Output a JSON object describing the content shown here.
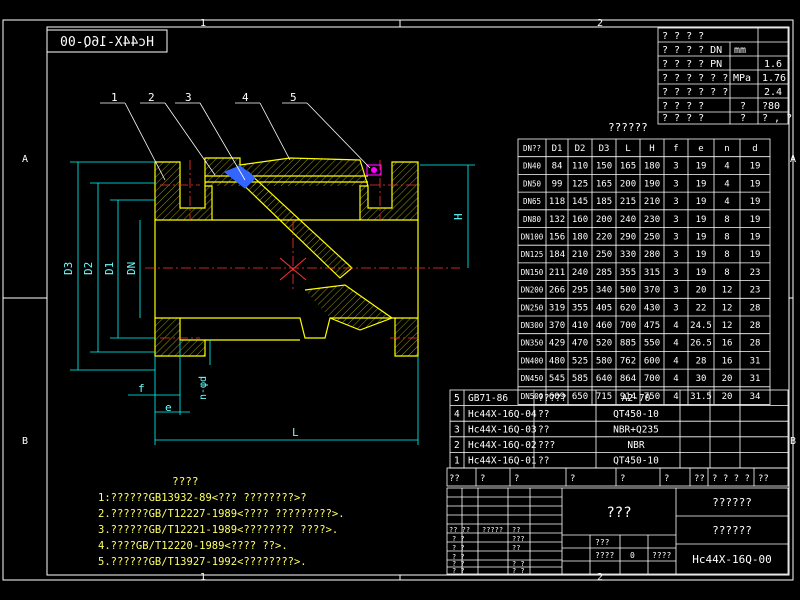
{
  "colors": {
    "background": "#000000",
    "border": "#ffffff",
    "part": "#ffff00",
    "dim": "#00ffff",
    "center": "#ff3333",
    "text": "#ffffff",
    "note": "#ffff66",
    "gasket": "#ff00ff",
    "disc": "#3366ff"
  },
  "title_box": {
    "code": "Hc44X-16Q-00"
  },
  "zones": {
    "col1": "1",
    "col2": "2",
    "rowA": "A",
    "rowB": "B"
  },
  "balloons": [
    "1",
    "2",
    "3",
    "4",
    "5"
  ],
  "dims": {
    "d3": "D3",
    "d2": "D2",
    "d1": "D1",
    "dn": "DN",
    "h": "H",
    "f": "f",
    "e": "e",
    "nd": "n-φd",
    "l": "L"
  },
  "spec": {
    "rows": [
      [
        "? ? ? ?",
        "",
        ""
      ],
      [
        "? ? ? ? DN",
        "mm",
        ""
      ],
      [
        "? ? ? ? PN",
        "",
        "1.6"
      ],
      [
        "? ? ? ? ? ?",
        "MPa",
        "1.76"
      ],
      [
        "? ? ? ? ? ?",
        "",
        "2.4"
      ],
      [
        "? ? ? ?",
        "?",
        "?80"
      ],
      [
        "? ? ? ?",
        "?",
        "? , ?"
      ]
    ]
  },
  "dim_table_title": "??????",
  "dim_table": {
    "headers": [
      "DN??",
      "D1",
      "D2",
      "D3",
      "L",
      "H",
      "f",
      "e",
      "n",
      "d"
    ],
    "rows": [
      [
        "DN40",
        "84",
        "110",
        "150",
        "165",
        "180",
        "3",
        "19",
        "4",
        "19"
      ],
      [
        "DN50",
        "99",
        "125",
        "165",
        "200",
        "190",
        "3",
        "19",
        "4",
        "19"
      ],
      [
        "DN65",
        "118",
        "145",
        "185",
        "215",
        "210",
        "3",
        "19",
        "4",
        "19"
      ],
      [
        "DN80",
        "132",
        "160",
        "200",
        "240",
        "230",
        "3",
        "19",
        "8",
        "19"
      ],
      [
        "DN100",
        "156",
        "180",
        "220",
        "290",
        "250",
        "3",
        "19",
        "8",
        "19"
      ],
      [
        "DN125",
        "184",
        "210",
        "250",
        "330",
        "280",
        "3",
        "19",
        "8",
        "19"
      ],
      [
        "DN150",
        "211",
        "240",
        "285",
        "355",
        "315",
        "3",
        "19",
        "8",
        "23"
      ],
      [
        "DN200",
        "266",
        "295",
        "340",
        "500",
        "370",
        "3",
        "20",
        "12",
        "23"
      ],
      [
        "DN250",
        "319",
        "355",
        "405",
        "620",
        "430",
        "3",
        "22",
        "12",
        "28"
      ],
      [
        "DN300",
        "370",
        "410",
        "460",
        "700",
        "475",
        "4",
        "24.5",
        "12",
        "28"
      ],
      [
        "DN350",
        "429",
        "470",
        "520",
        "885",
        "550",
        "4",
        "26.5",
        "16",
        "28"
      ],
      [
        "DN400",
        "480",
        "525",
        "580",
        "762",
        "600",
        "4",
        "28",
        "16",
        "31"
      ],
      [
        "DN450",
        "545",
        "585",
        "640",
        "864",
        "700",
        "4",
        "30",
        "20",
        "31"
      ],
      [
        "DN500",
        "609",
        "650",
        "715",
        "914",
        "750",
        "4",
        "31.5",
        "20",
        "34"
      ]
    ]
  },
  "parts": [
    [
      "5",
      "GB71-86",
      "?????",
      "A2-70"
    ],
    [
      "4",
      "Hc44X-16Q-04",
      "??",
      "QT450-10"
    ],
    [
      "3",
      "Hc44X-16Q-03",
      "??",
      "NBR+Q235"
    ],
    [
      "2",
      "Hc44X-16Q-02",
      "???",
      "NBR"
    ],
    [
      "1",
      "Hc44X-16Q-01",
      "??",
      "QT450-10"
    ]
  ],
  "parts_header": [
    "??",
    "?",
    "?",
    "?",
    "?",
    "?",
    "??",
    "? ? ? ?",
    "??"
  ],
  "notes": {
    "title": "????",
    "lines": [
      "1:??????GB13932-89<??? ????????>?",
      "2.??????GB/T12227-1989<???? ?????????>.",
      "3.??????GB/T12221-1989<???????? ????>.",
      "4.????GB/T12220-1989<???? ??>.",
      "5.??????GB/T13927-1992<????????>."
    ]
  },
  "title_block": {
    "name": "???",
    "company1": "??????",
    "company2": "??????",
    "drawing_no": "Hc44X-16Q-00",
    "left_cells": [
      "?? ??",
      "?????",
      "? ?",
      "? ?",
      "? ?",
      "? ?",
      "? ?"
    ],
    "mid_cells": [
      "??",
      "???",
      "??",
      "? ?",
      "? ?"
    ],
    "scale_cells": [
      "???",
      "????",
      "0",
      "????"
    ]
  }
}
